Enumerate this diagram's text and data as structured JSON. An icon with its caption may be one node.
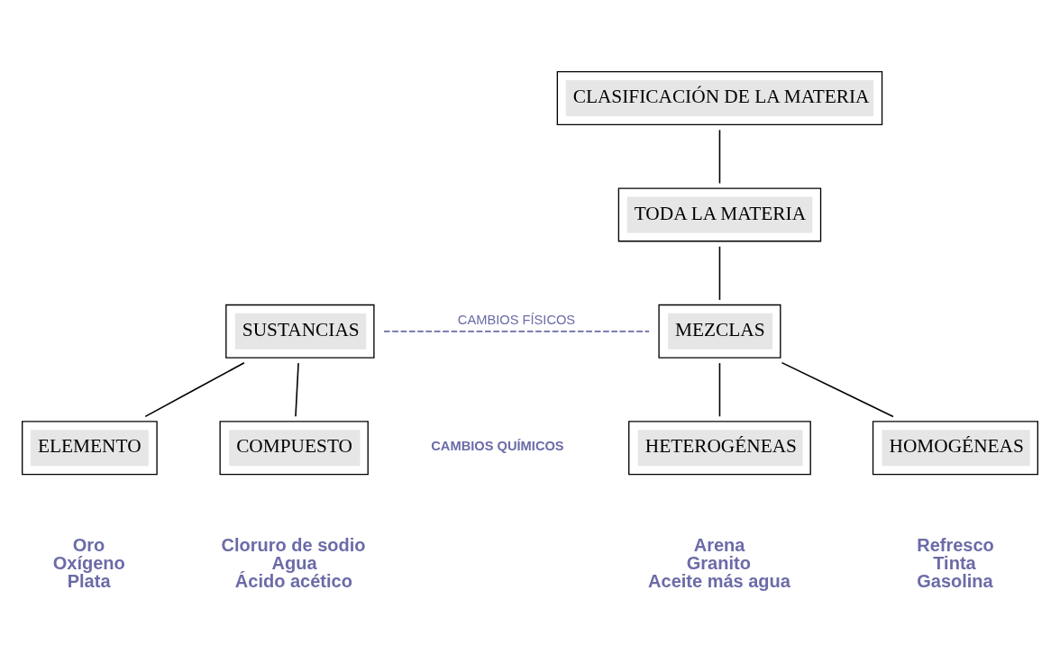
{
  "diagram": {
    "nodes": [
      {
        "text": [
          "CLASIFICACIÓN DE LA MATERIA"
        ]
      },
      {
        "text": [
          "TODA LA MATERIA"
        ]
      },
      {
        "text": [
          "SUSTANCIAS"
        ]
      },
      {
        "text": [
          "MEZCLAS"
        ]
      },
      {
        "text": [
          "ELEMENTO"
        ],
        "beside": [
          "Oro",
          "Oxígeno",
          "Plata"
        ]
      },
      {
        "text": [
          "COMPUESTO"
        ],
        "beside": [
          "Cloruro de sodio",
          "Agua",
          "Ácido acético"
        ]
      },
      {
        "text": [
          "HOMOGÉNEAS"
        ],
        "beside": [
          "Refresco",
          "Tinta",
          "Gasolina"
        ]
      },
      {
        "text": [
          "HETEROGÉNEAS"
        ],
        "beside": [
          "Arena",
          "Granito",
          "Aceite más agua"
        ]
      }
    ],
    "edges": [
      {
        "from": 0,
        "to": 1,
        "arrow": "none"
      },
      {
        "from": 1,
        "to": 3,
        "arrow": "none"
      },
      {
        "from": 2,
        "to": 3,
        "arrow": "none",
        "label": "CAMBIOS FÍSICOS",
        "style": "dashed",
        "color": "#6b6ba8"
      },
      {
        "from": 2,
        "to": 4,
        "arrow": "none"
      },
      {
        "from": 2,
        "to": 5,
        "arrow": "none"
      },
      {
        "from": 3,
        "to": 6,
        "arrow": "none"
      },
      {
        "from": 3,
        "to": 7,
        "arrow": "none"
      }
    ],
    "labels": [
      "CAMBIOS QUÍMICOS"
    ]
  }
}
